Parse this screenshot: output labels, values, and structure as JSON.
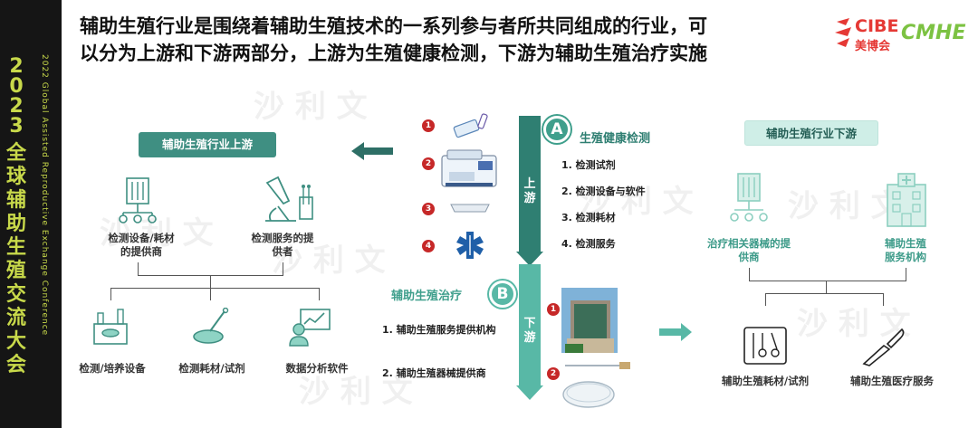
{
  "sidebar": {
    "year_title": [
      "2",
      "0",
      "2",
      "3",
      "全",
      "球",
      "辅",
      "助",
      "生",
      "殖",
      "交",
      "流",
      "大",
      "会"
    ],
    "english_title": "2022 Global Assisted Reproductive Exchange Conference"
  },
  "heading": {
    "line1": "辅助生殖行业是围绕着辅助生殖技术的一系列参与者所共同组成的行业，可",
    "line2": "以分为上游和下游两部分，上游为生殖健康检测，下游为辅助生殖治疗实施"
  },
  "logos": {
    "cibe": "CIBE",
    "cibe_cn": "美博会",
    "cmhe": "CMHE"
  },
  "watermark": "沙 利 文",
  "upstream": {
    "title": "辅助生殖行业上游",
    "left_label": "检测设备/耗材的提供商",
    "left_label_l1": "检测设备/耗材",
    "left_label_l2": "的提供商",
    "right_label_l1": "检测服务的提",
    "right_label_l2": "供者",
    "bottom": [
      "检测/培养设备",
      "检测耗材/试剂",
      "数据分析软件"
    ]
  },
  "center": {
    "section_a_letter": "A",
    "section_a_title": "生殖健康检测",
    "section_a_items": [
      "1. 检测试剂",
      "2. 检测设备与软件",
      "3. 检测耗材",
      "4. 检测服务"
    ],
    "upstream_vertical": [
      "上",
      "游"
    ],
    "section_b_letter": "B",
    "section_b_title": "辅助生殖治疗",
    "section_b_items": [
      "1. 辅助生殖服务提供机构",
      "2. 辅助生殖器械提供商"
    ],
    "downstream_vertical": [
      "下",
      "游"
    ],
    "numbers_a": [
      "1",
      "2",
      "3",
      "4"
    ],
    "numbers_b": [
      "1",
      "2"
    ]
  },
  "downstream": {
    "title": "辅助生殖行业下游",
    "left_label_l1": "治疗相关器械的提",
    "left_label_l2": "供商",
    "right_label_l1": "辅助生殖",
    "right_label_l2": "服务机构",
    "bottom": [
      "辅助生殖耗材/试剂",
      "辅助生殖医疗服务"
    ]
  },
  "colors": {
    "teal_dark": "#3f8f82",
    "teal_light": "#68c4b3",
    "accent_red": "#c62828",
    "strip": "#151515",
    "strip_text": "#c8d94a"
  }
}
